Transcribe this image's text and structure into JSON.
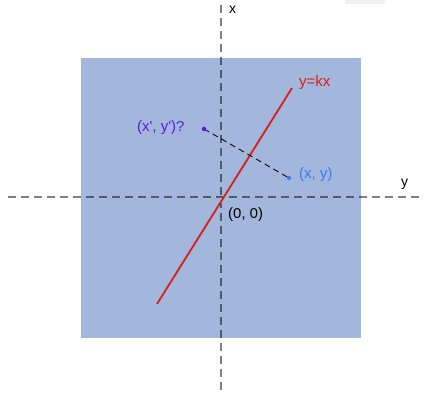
{
  "axes": {
    "vertical_label": "x",
    "horizontal_label": "y"
  },
  "line": {
    "label": "y=kx"
  },
  "points": {
    "origin_label": "(0, 0)",
    "original_label": "(x, y)",
    "reflected_label": "(x', y')?"
  },
  "colors": {
    "background_square": "#a3b6dc",
    "line": "#d42020",
    "original_point": "#3d7cf0",
    "reflected_point": "#5a1be0",
    "axis": "#000000",
    "origin_text": "#000000"
  }
}
